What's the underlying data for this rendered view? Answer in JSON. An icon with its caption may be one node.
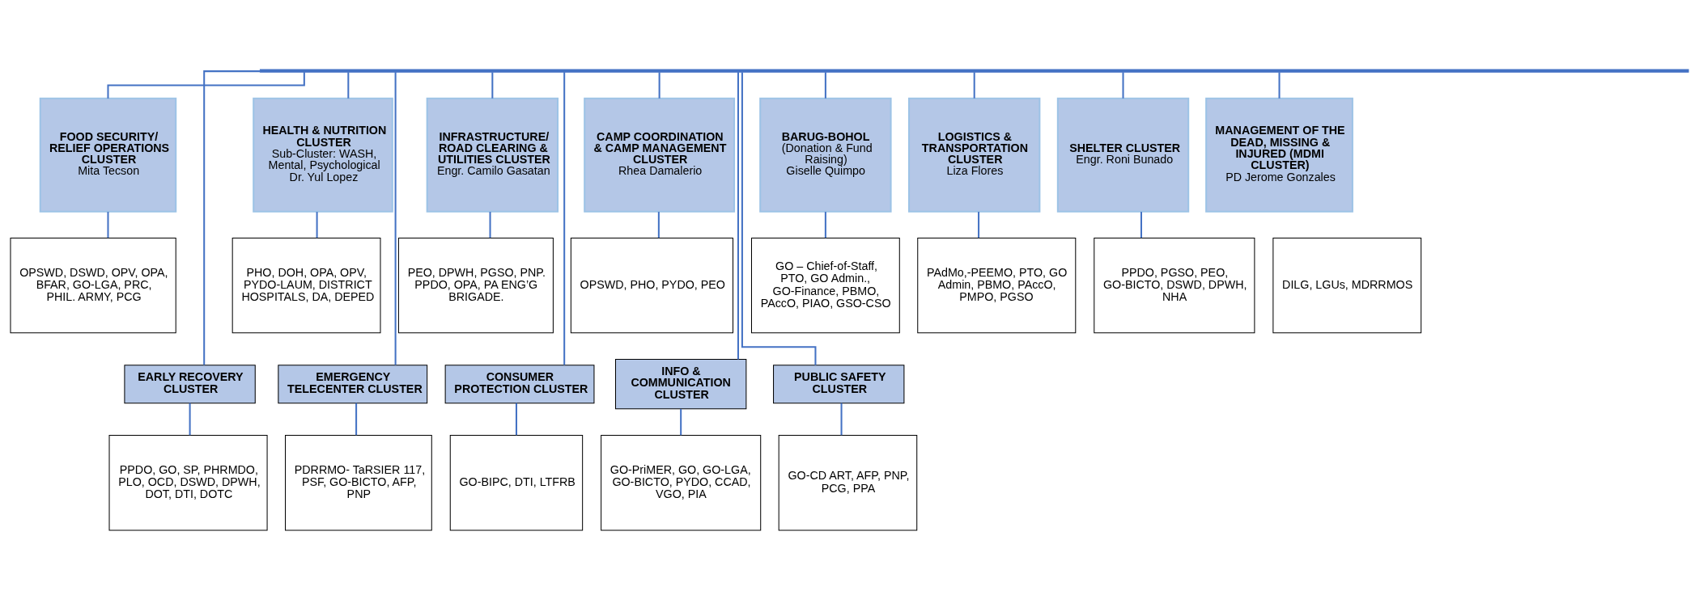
{
  "diagram": {
    "nodes": [
      {
        "text": [],
        "shape": "bar"
      },
      {
        "text": [
          "FOOD SECURITY/ RELIEF OPERATIONS CLUSTER",
          "Mita Tecson"
        ]
      },
      {
        "text": [
          "OPSWD, DSWD, OPV, OPA, BFAR, GO-LGA, PRC, PHIL. ARMY, PCG"
        ]
      },
      {
        "text": [
          "HEALTH & NUTRITION CLUSTER",
          "Sub-Cluster: WASH, Mental, Psychological",
          "Dr. Yul Lopez"
        ]
      },
      {
        "text": [
          "PHO, DOH, OPA, OPV, PYDO-LAUM, DISTRICT HOSPITALS, DA, DEPED"
        ]
      },
      {
        "text": [
          "INFRASTRUCTURE/ ROAD CLEARING & UTILITIES CLUSTER",
          "Engr. Camilo Gasatan"
        ]
      },
      {
        "text": [
          "PEO, DPWH, PGSO, PNP. PPDO, OPA, PA ENG’G BRIGADE."
        ]
      },
      {
        "text": [
          "CAMP COORDINATION & CAMP MANAGEMENT CLUSTER",
          "Rhea Damalerio"
        ]
      },
      {
        "text": [
          "OPSWD, PHO, PYDO, PEO"
        ]
      },
      {
        "text": [
          "BARUG-BOHOL",
          "(Donation & Fund Raising)",
          "Giselle Quimpo"
        ]
      },
      {
        "text": [
          "GO – Chief-of-Staff, PTO, GO Admin., GO-Finance, PBMO, PAccO, PIAO, GSO-CSO"
        ]
      },
      {
        "text": [
          "LOGISTICS & TRANSPORTATION CLUSTER",
          "Liza Flores"
        ]
      },
      {
        "text": [
          "PAdMo,-PEEMO, PTO, GO Admin, PBMO, PAccO, PMPO, PGSO"
        ]
      },
      {
        "text": [
          "SHELTER CLUSTER",
          "Engr. Roni Bunado"
        ]
      },
      {
        "text": [
          "PPDO, PGSO, PEO, GO-BICTO, DSWD, DPWH, NHA"
        ]
      },
      {
        "text": [
          "MANAGEMENT OF THE DEAD, MISSING & INJURED (MDMI CLUSTER)",
          "PD Jerome Gonzales"
        ]
      },
      {
        "text": [
          "DILG, LGUs, MDRRMOS"
        ]
      },
      {
        "text": [
          "EARLY RECOVERY CLUSTER"
        ]
      },
      {
        "text": [
          "PPDO, GO, SP, PHRMDO, PLO, OCD, DSWD, DPWH, DOT, DTI, DOTC"
        ]
      },
      {
        "text": [
          "EMERGENCY TELECENTER CLUSTER"
        ]
      },
      {
        "text": [
          "PDRRMO- TaRSIER 117, PSF, GO-BICTO, AFP, PNP"
        ]
      },
      {
        "text": [
          "CONSUMER PROTECTION CLUSTER"
        ]
      },
      {
        "text": [
          "GO-BIPC, DTI, LTFRB"
        ]
      },
      {
        "text": [
          "INFO & COMMUNICATION CLUSTER"
        ]
      },
      {
        "text": [
          "GO-PriMER, GO, GO-LGA, GO-BICTO, PYDO, CCAD, VGO, PIA"
        ]
      },
      {
        "text": [
          "PUBLIC SAFETY CLUSTER"
        ]
      },
      {
        "text": [
          "GO-CD ART, AFP, PNP, PCG, PPA"
        ]
      }
    ],
    "edges": [
      {
        "from": 0,
        "to": 1,
        "arrow": "none"
      },
      {
        "from": 0,
        "to": 17,
        "arrow": "none"
      },
      {
        "from": 0,
        "to": 3,
        "arrow": "none"
      },
      {
        "from": 0,
        "to": 19,
        "arrow": "none"
      },
      {
        "from": 0,
        "to": 5,
        "arrow": "none"
      },
      {
        "from": 0,
        "to": 7,
        "arrow": "none"
      },
      {
        "from": 0,
        "to": 21,
        "arrow": "none"
      },
      {
        "from": 0,
        "to": 9,
        "arrow": "none"
      },
      {
        "from": 0,
        "to": 23,
        "arrow": "none"
      },
      {
        "from": 0,
        "to": 11,
        "arrow": "none"
      },
      {
        "from": 0,
        "to": 13,
        "arrow": "none"
      },
      {
        "from": 0,
        "to": 25,
        "arrow": "none"
      },
      {
        "from": 0,
        "to": 15,
        "arrow": "none"
      },
      {
        "from": 1,
        "to": 2,
        "arrow": "none"
      },
      {
        "from": 3,
        "to": 4,
        "arrow": "none"
      },
      {
        "from": 5,
        "to": 6,
        "arrow": "none"
      },
      {
        "from": 7,
        "to": 8,
        "arrow": "none"
      },
      {
        "from": 9,
        "to": 10,
        "arrow": "none"
      },
      {
        "from": 11,
        "to": 12,
        "arrow": "none"
      },
      {
        "from": 13,
        "to": 14,
        "arrow": "none"
      },
      {
        "from": 17,
        "to": 18,
        "arrow": "none"
      },
      {
        "from": 19,
        "to": 20,
        "arrow": "none"
      },
      {
        "from": 21,
        "to": 22,
        "arrow": "none"
      },
      {
        "from": 23,
        "to": 24,
        "arrow": "none"
      },
      {
        "from": 25,
        "to": 26,
        "arrow": "none"
      }
    ]
  }
}
